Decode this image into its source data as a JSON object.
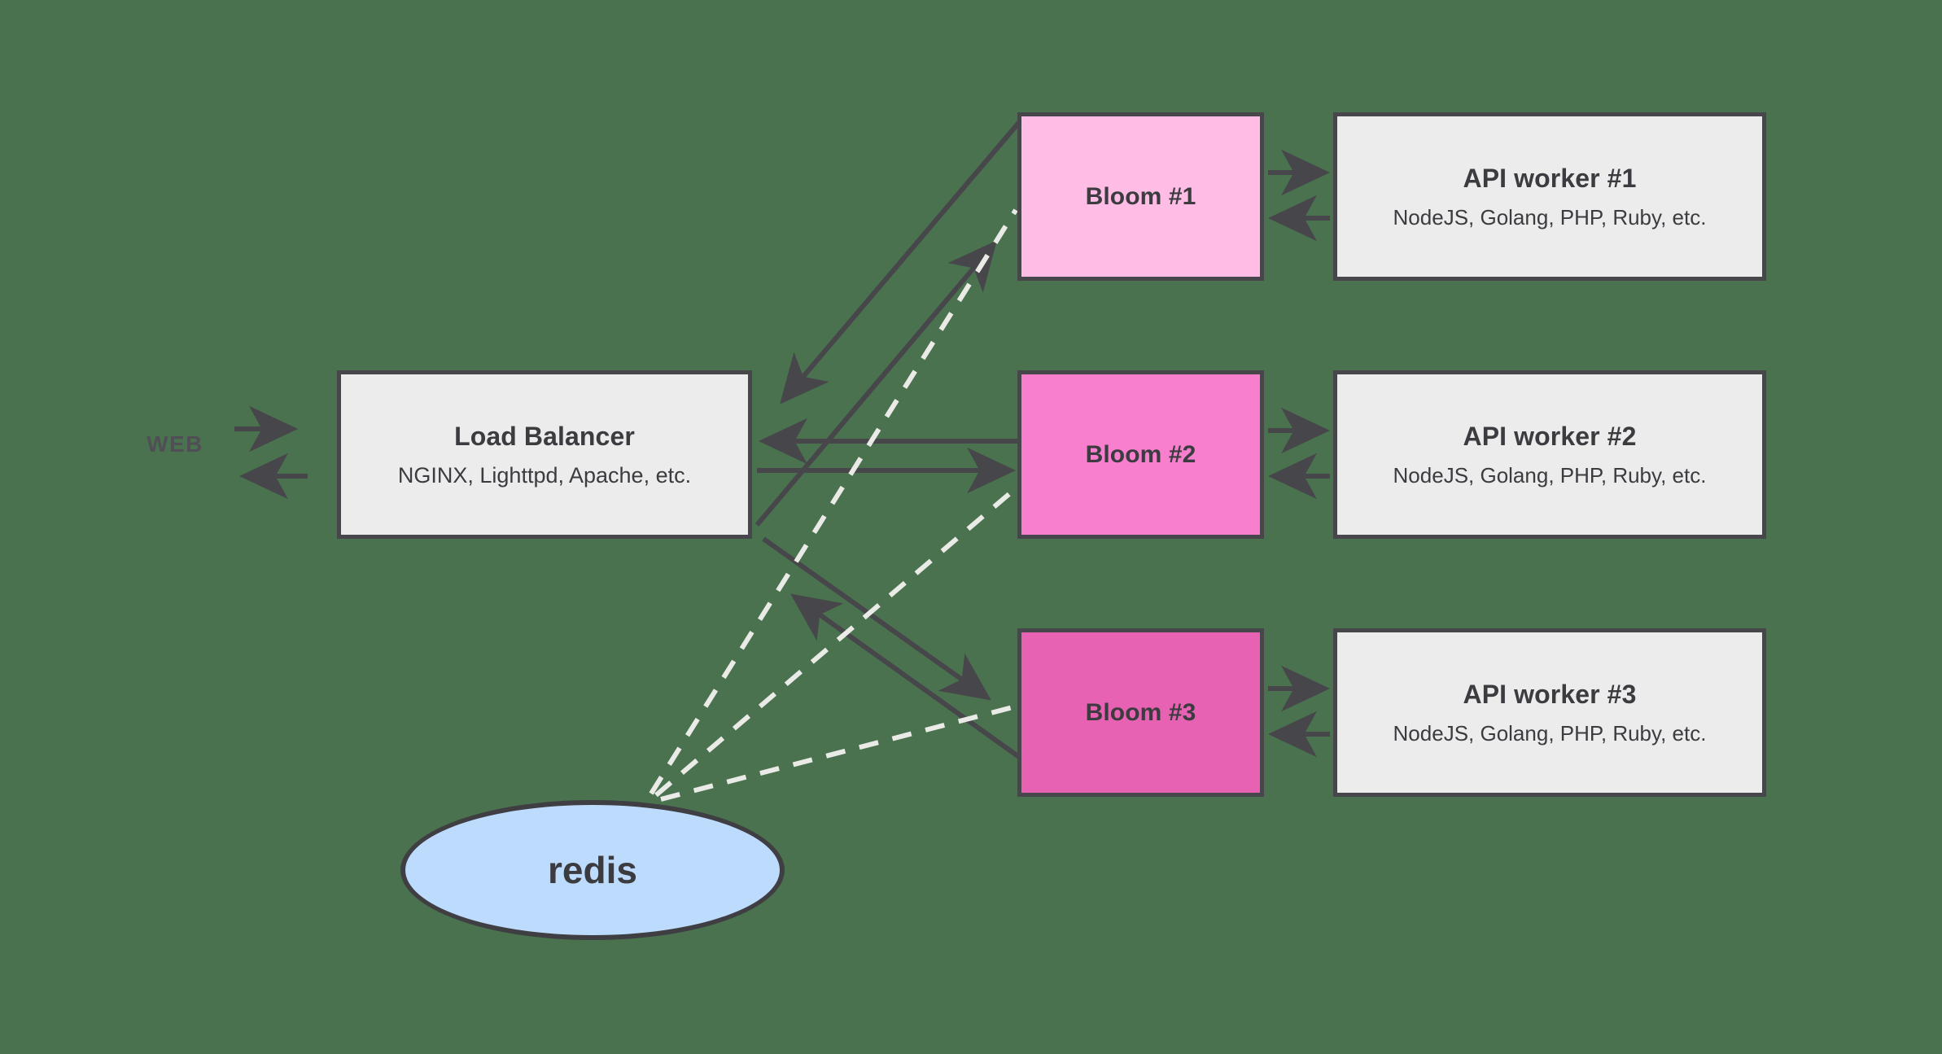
{
  "diagram": {
    "background_color": "#4a724f",
    "stroke_color": "#46464b",
    "dashed_color": "#eaeae6",
    "entry_label": "WEB",
    "load_balancer": {
      "title": "Load Balancer",
      "subtitle": "NGINX, Lighttpd, Apache, etc.",
      "fill": "#ececec"
    },
    "blooms": [
      {
        "title": "Bloom #1",
        "fill": "#ffbce5"
      },
      {
        "title": "Bloom #2",
        "fill": "#f77fce"
      },
      {
        "title": "Bloom #3",
        "fill": "#e862b4"
      }
    ],
    "api_workers": [
      {
        "title": "API worker #1",
        "subtitle": "NodeJS, Golang, PHP, Ruby, etc.",
        "fill": "#ececec"
      },
      {
        "title": "API worker #2",
        "subtitle": "NodeJS, Golang, PHP, Ruby, etc.",
        "fill": "#ececec"
      },
      {
        "title": "API worker #3",
        "subtitle": "NodeJS, Golang, PHP, Ruby, etc.",
        "fill": "#ececec"
      }
    ],
    "datastore": {
      "title": "redis",
      "fill": "#bddbfd"
    }
  }
}
